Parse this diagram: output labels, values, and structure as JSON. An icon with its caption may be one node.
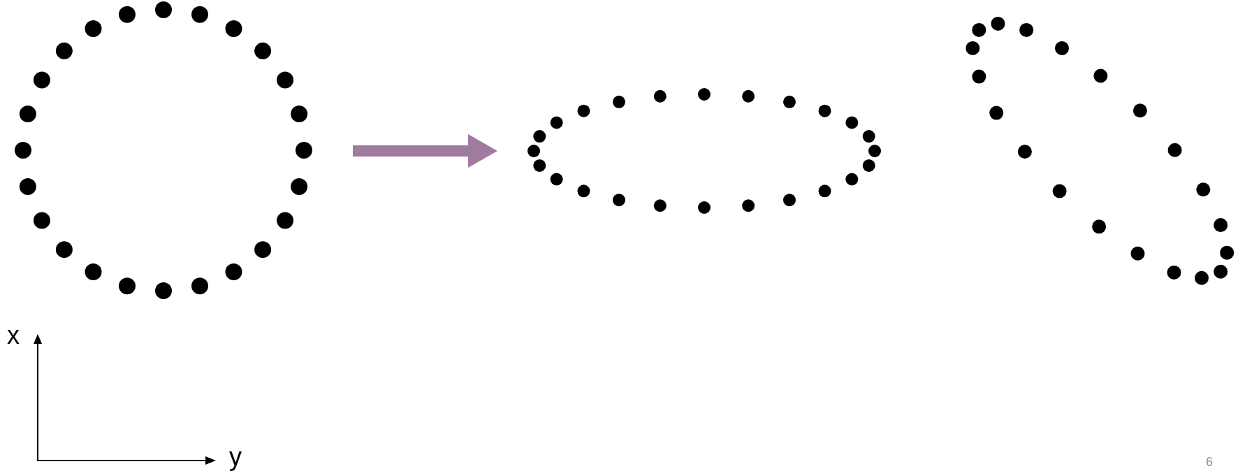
{
  "diagram": {
    "nodes": [
      {
        "text": [],
        "shape": "picture"
      },
      {
        "text": [],
        "shape": "picture"
      },
      {
        "text": [],
        "shape": "picture"
      }
    ],
    "edges": [
      {
        "from": 0,
        "to": 1,
        "arrow": "to",
        "color": "#a07ba0"
      }
    ],
    "labels": [
      "x",
      "y",
      "6"
    ]
  }
}
